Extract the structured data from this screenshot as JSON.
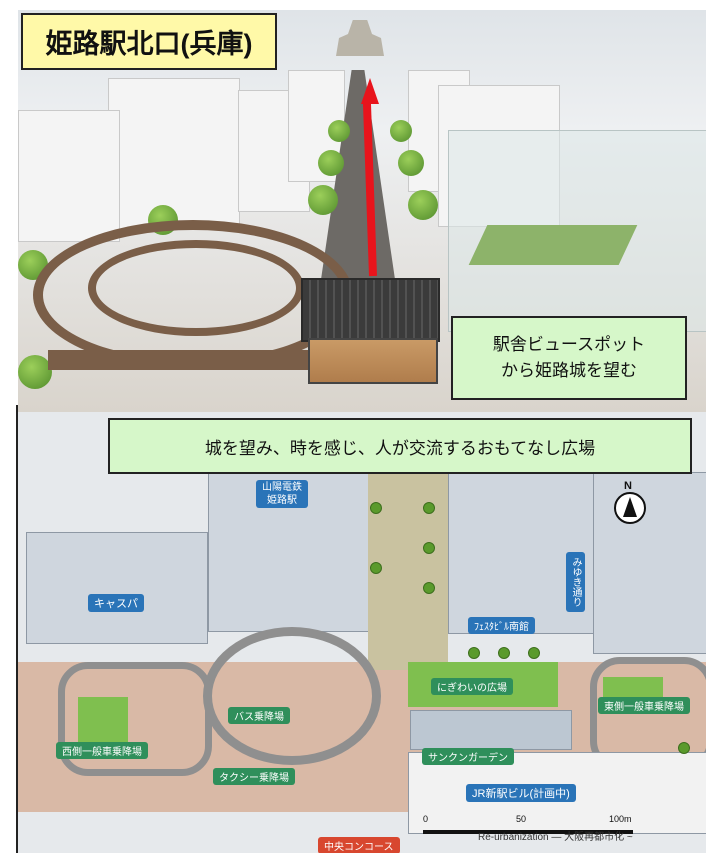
{
  "title": "姫路駅北口(兵庫)",
  "callout": {
    "line1": "駅舎ビュースポット",
    "line2": "から姫路城を望む"
  },
  "banner": "城を望み、時を感じ、人が交流するおもてなし広場",
  "map_labels": {
    "sanyo_station": {
      "line1": "山陽電鉄",
      "line2": "姫路駅"
    },
    "caspa": "キャスパ",
    "festa_south": "ﾌｪｽﾀﾋﾞﾙ南館",
    "miyuki_street": "みゆき通り",
    "nigiwai_plaza": "にぎわいの広場",
    "bus_stop": "バス乗降場",
    "west_dropoff": "西側一般車乗降場",
    "east_dropoff": "東側一般車乗降場",
    "sunken_garden": "サンクンガーデン",
    "taxi_stop": "タクシー乗降場",
    "jr_building": "JR新駅ビル(計画中)",
    "central_concourse": "中央コンコース",
    "north_mark": "N"
  },
  "scale": {
    "zero": "0",
    "mid": "50",
    "max": "100m"
  },
  "credit": "Re-urbanization — 大阪再都市化 ~",
  "colors": {
    "arrow": "#e8141c",
    "title_bg": "#fff9a8",
    "callout_bg": "#d6f7c9"
  }
}
